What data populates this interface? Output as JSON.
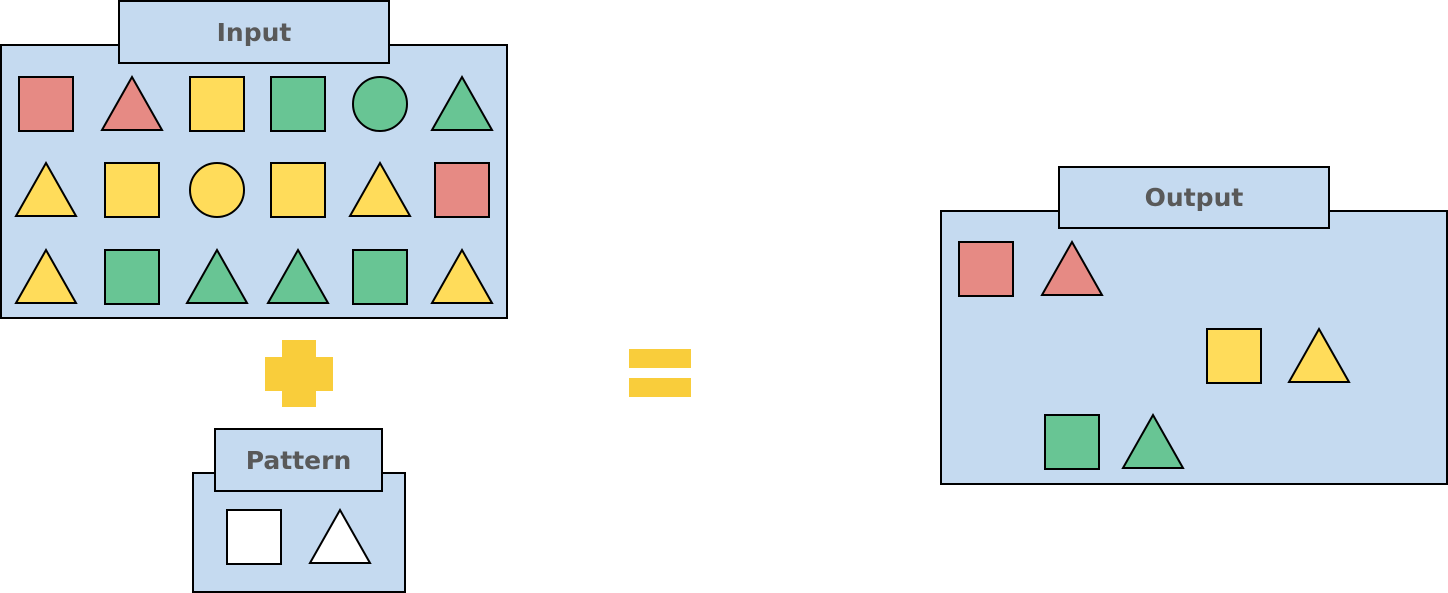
{
  "colors": {
    "panel_fill": "#c5daf0",
    "stroke": "#000000",
    "label_text": "#595959",
    "red": "#e68a84",
    "yellow": "#ffdc5a",
    "green": "#68c594",
    "white": "#ffffff",
    "operator": "#f9cd3b"
  },
  "panels": {
    "input": {
      "label": "Input",
      "rows": [
        [
          {
            "shape": "square",
            "color": "red"
          },
          {
            "shape": "triangle",
            "color": "red"
          },
          {
            "shape": "square",
            "color": "yellow"
          },
          {
            "shape": "square",
            "color": "green"
          },
          {
            "shape": "circle",
            "color": "green"
          },
          {
            "shape": "triangle",
            "color": "green"
          }
        ],
        [
          {
            "shape": "triangle",
            "color": "yellow"
          },
          {
            "shape": "square",
            "color": "yellow"
          },
          {
            "shape": "circle",
            "color": "yellow"
          },
          {
            "shape": "square",
            "color": "yellow"
          },
          {
            "shape": "triangle",
            "color": "yellow"
          },
          {
            "shape": "square",
            "color": "red"
          }
        ],
        [
          {
            "shape": "triangle",
            "color": "yellow"
          },
          {
            "shape": "square",
            "color": "green"
          },
          {
            "shape": "triangle",
            "color": "green"
          },
          {
            "shape": "triangle",
            "color": "green"
          },
          {
            "shape": "square",
            "color": "green"
          },
          {
            "shape": "triangle",
            "color": "yellow"
          }
        ]
      ]
    },
    "pattern": {
      "label": "Pattern",
      "items": [
        {
          "shape": "square",
          "color": "white"
        },
        {
          "shape": "triangle",
          "color": "white"
        }
      ]
    },
    "output": {
      "label": "Output",
      "pairs": [
        [
          {
            "shape": "square",
            "color": "red"
          },
          {
            "shape": "triangle",
            "color": "red"
          }
        ],
        [
          {
            "shape": "square",
            "color": "yellow"
          },
          {
            "shape": "triangle",
            "color": "yellow"
          }
        ],
        [
          {
            "shape": "square",
            "color": "green"
          },
          {
            "shape": "triangle",
            "color": "green"
          }
        ]
      ]
    }
  },
  "operators": {
    "plus": "plus-icon",
    "equals": "equals-icon"
  }
}
